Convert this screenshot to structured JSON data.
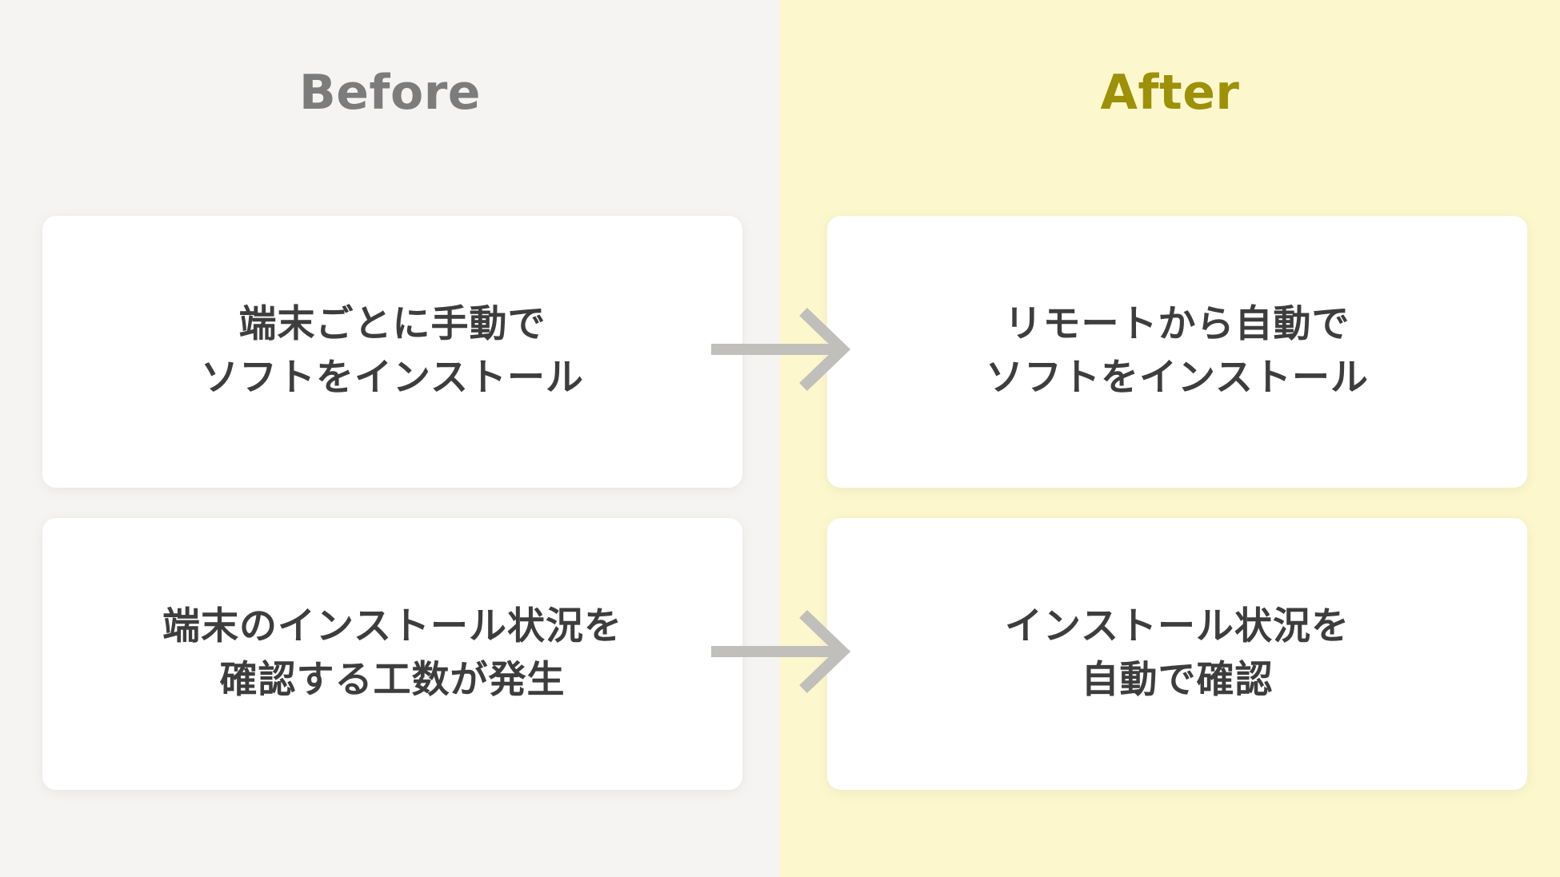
{
  "layout": {
    "split_x_ratio": 0.5,
    "columns": 2,
    "rows": 2
  },
  "colors": {
    "before_background": "#f5f4f2",
    "after_background": "#fcf7cd",
    "before_title": "#7c7c7c",
    "after_title": "#9c9107",
    "card_background": "#ffffff",
    "card_text": "#3d3d3d",
    "arrow": "#c0bfbb"
  },
  "columns": [
    {
      "key": "before",
      "title": "Before",
      "cards": [
        {
          "lines": [
            "端末ごとに手動で",
            "ソフトをインストール"
          ]
        },
        {
          "lines": [
            "端末のインストール状況を",
            "確認する工数が発生"
          ]
        }
      ]
    },
    {
      "key": "after",
      "title": "After",
      "cards": [
        {
          "lines": [
            "リモートから自動で",
            "ソフトをインストール"
          ]
        },
        {
          "lines": [
            "インストール状況を",
            "自動で確認"
          ]
        }
      ]
    }
  ],
  "arrows": [
    {
      "name": "arrow-row-1",
      "direction": "right"
    },
    {
      "name": "arrow-row-2",
      "direction": "right"
    }
  ]
}
